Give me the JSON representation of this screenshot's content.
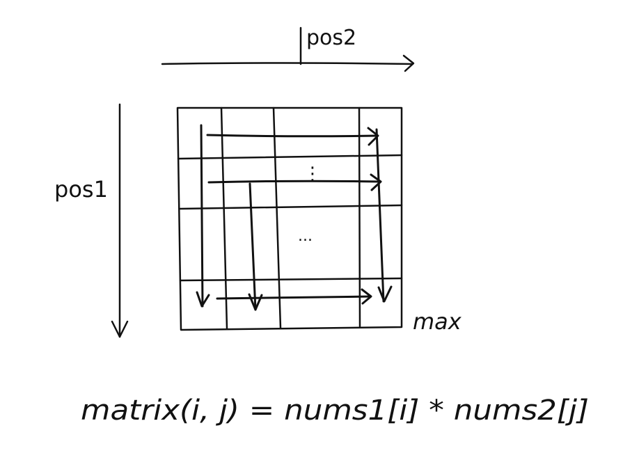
{
  "labels": {
    "horizontal_axis": "pos2",
    "vertical_axis": "pos1",
    "corner": "max",
    "formula": "matrix(i, j) = nums1[i] * nums2[j]",
    "row_ellipsis": "...",
    "column_ellipsis": "⋮"
  },
  "colors": {
    "ink": "#111111",
    "background": "#ffffff"
  }
}
